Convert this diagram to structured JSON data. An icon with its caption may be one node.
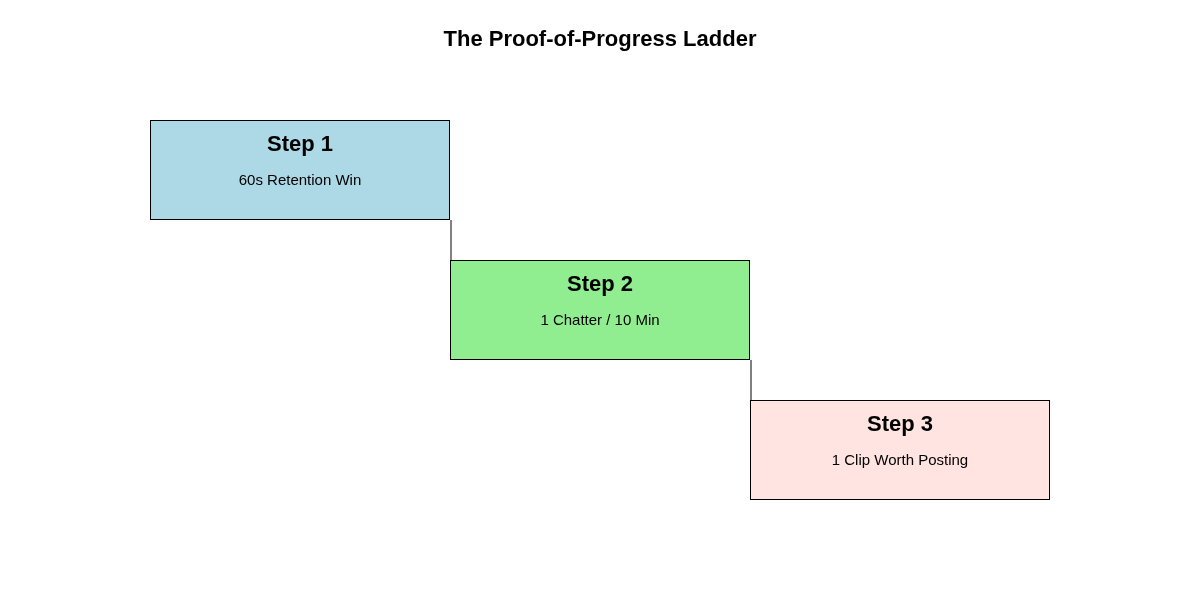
{
  "diagram": {
    "title": "The Proof-of-Progress Ladder",
    "nodes": [
      {
        "text": [
          "Step 1",
          "60s Retention Win"
        ]
      },
      {
        "text": [
          "Step 2",
          "1 Chatter / 10 Min"
        ]
      },
      {
        "text": [
          "Step 3",
          "1 Clip Worth Posting"
        ]
      }
    ],
    "edges": [
      {
        "from": 0,
        "to": 1,
        "arrow": "none"
      },
      {
        "from": 1,
        "to": 2,
        "arrow": "none"
      }
    ]
  }
}
